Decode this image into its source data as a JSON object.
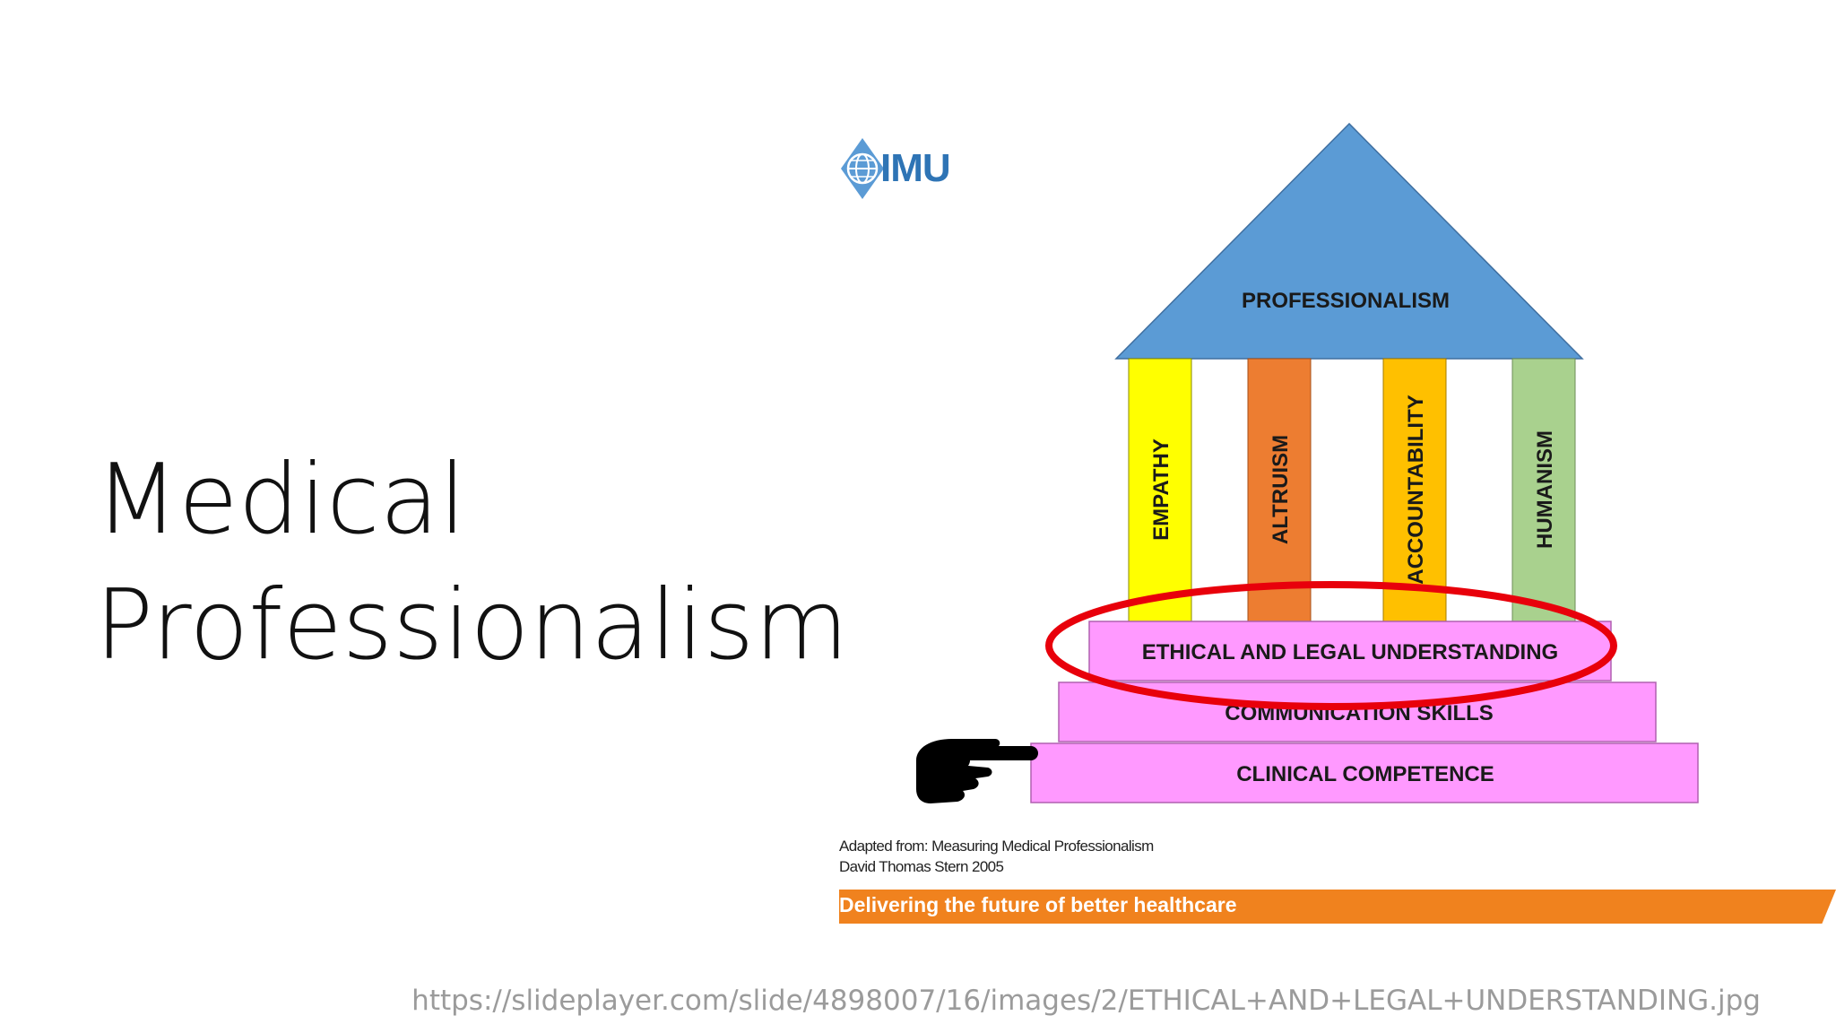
{
  "slide": {
    "title_line1": "Medical",
    "title_line2": "Professionalism",
    "source_url": "https://slideplayer.com/slide/4898007/16/images/2/ETHICAL+AND+LEGAL+UNDERSTANDING.jpg"
  },
  "picture": {
    "logo_text": "IMU",
    "roof_label": "PROFESSIONALISM",
    "pillars": [
      {
        "label": "EMPATHY",
        "color": "#ffff00"
      },
      {
        "label": "ALTRUISM",
        "color": "#ed7d31"
      },
      {
        "label": "ACCOUNTABILITY",
        "color": "#ffc000"
      },
      {
        "label": "HUMANISM",
        "color": "#a9d18e"
      }
    ],
    "steps": [
      {
        "label": "ETHICAL AND LEGAL UNDERSTANDING"
      },
      {
        "label": "COMMUNICATION SKILLS"
      },
      {
        "label": "CLINICAL COMPETENCE"
      }
    ],
    "credit_line1": "Adapted from: Measuring Medical Professionalism",
    "credit_line2": "David Thomas Stern 2005",
    "tagline": "Delivering the future of better healthcare",
    "colors": {
      "roof": "#5b9bd5",
      "steps": "#ff99ff",
      "highlight_ellipse": "#e8000b",
      "tagline_bar": "#f0821e",
      "logo": "#2e74b5"
    },
    "icons": [
      "globe-icon",
      "pointing-hand-icon"
    ]
  }
}
